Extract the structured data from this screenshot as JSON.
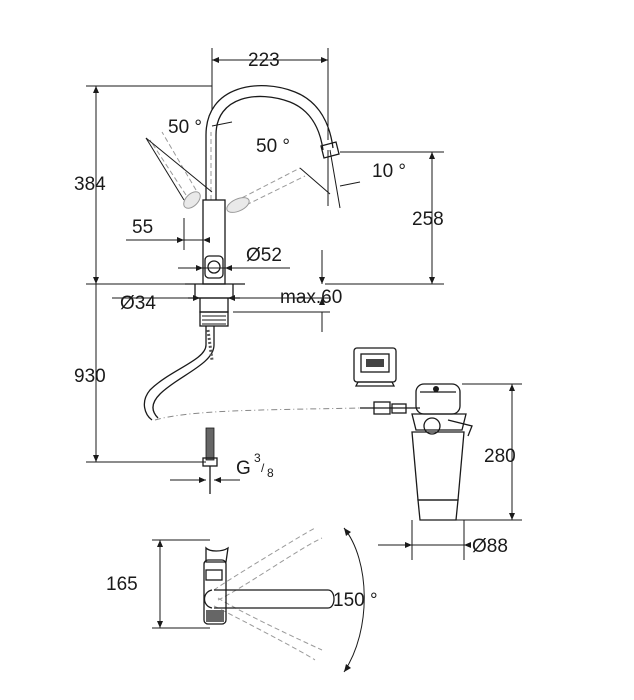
{
  "dimensions": {
    "reach": "223",
    "swivel_left": "50 °",
    "swivel_right": "50 °",
    "total_height": "384",
    "spout_tilt": "10 °",
    "spout_height": "258",
    "lever_projection": "55",
    "body_diameter": "Ø52",
    "shank_diameter": "Ø34",
    "max_deck": "max.60",
    "under_counter": "930",
    "filter_height": "280",
    "thread_main": "G",
    "thread_num": "3",
    "thread_den": "8",
    "filter_diameter": "Ø88",
    "plan_depth": "165",
    "swivel_range": "150 °"
  },
  "colors": {
    "line": "#1a1a1a",
    "ghost": "#9a9a9a",
    "fill_light": "#f2f2f2"
  },
  "icons": {
    "display": "filter-display-icon"
  }
}
